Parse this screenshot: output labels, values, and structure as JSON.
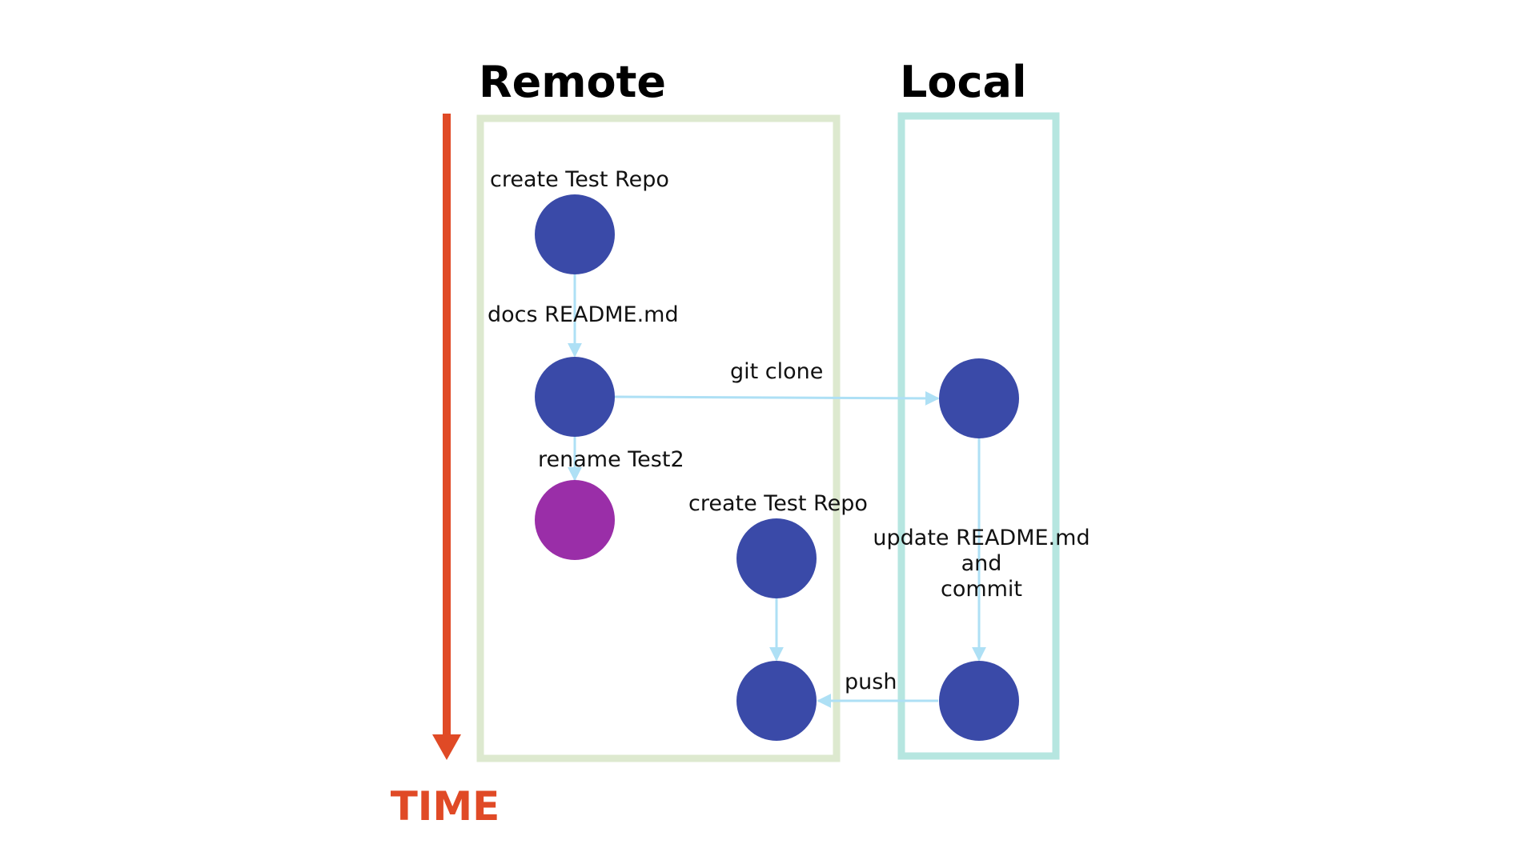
{
  "headings": {
    "remote": "Remote",
    "local": "Local"
  },
  "time_label": "TIME",
  "labels": {
    "create_test_repo_1": "create  Test  Repo",
    "docs_readme": "docs README.md",
    "git_clone": "git clone",
    "rename_test2": "rename Test2",
    "create_test_repo_2": "create  Test  Repo",
    "update_line1": "update README.md",
    "update_line2": "and",
    "update_line3": "commit",
    "push": "push"
  },
  "colors": {
    "node": "#3a4aa8",
    "node_highlight": "#9a2ea8",
    "remote_box": "#dde9cf",
    "local_box": "#b6e6e0",
    "connector": "#aee0f5",
    "time_arrow": "#e04a26"
  }
}
